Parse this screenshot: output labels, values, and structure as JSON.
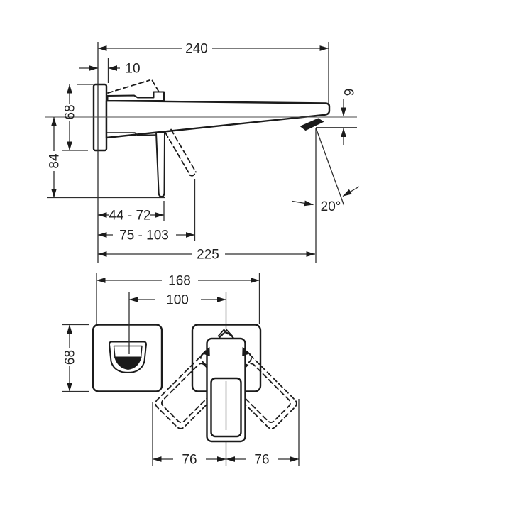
{
  "document": {
    "type": "technical-dimension-drawing",
    "product": "wall-mounted single lever basin mixer",
    "background_color": "#ffffff",
    "line_color": "#1b1b1b"
  },
  "side_view": {
    "dim_width_overall": "240",
    "dim_plate_depth": "10",
    "dim_plate_height": "68",
    "dim_center_to_base": "84",
    "dim_handle_range_short": "44 - 72",
    "dim_handle_range_long": "75 - 103",
    "dim_spout_reach": "225",
    "dim_outlet_drop": "9",
    "dim_spray_angle": "20°"
  },
  "front_view": {
    "dim_width_overall": "168",
    "dim_center_distance": "100",
    "dim_plate_height": "68",
    "dim_swing_left": "76",
    "dim_swing_right": "76",
    "logo_icon": "hansgrohe-chevrons"
  }
}
